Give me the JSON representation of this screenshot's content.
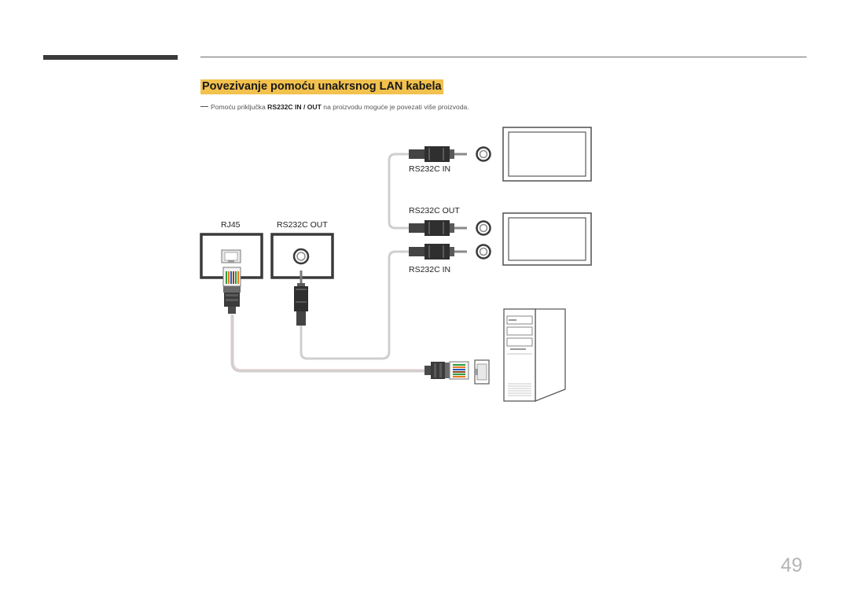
{
  "section": {
    "title": "Povezivanje pomoću unakrsnog LAN kabela"
  },
  "note": {
    "before": "Pomoću priključka ",
    "ports_bold": "RS232C IN / OUT",
    "after": " na proizvodu moguće je povezati više proizvoda."
  },
  "diagram": {
    "labels": {
      "rj45": "RJ45",
      "rs232c_out_product": "RS232C OUT",
      "rs232c_in_top": "RS232C IN",
      "rs232c_out_right": "RS232C OUT",
      "rs232c_in_bottom": "RS232C IN"
    },
    "icons": [
      "monitor-icon",
      "pc-tower-icon",
      "rj45-plug-icon",
      "stereo-plug-icon",
      "rs232c-jack-icon",
      "rj45-port-icon"
    ],
    "wire_colors": {
      "cable": "#c8c8c8",
      "cable_red": "#e7b5b5",
      "rj45_green": "#2e9e3a",
      "rj45_orange": "#e87a1e",
      "rj45_brown": "#8a4a1a",
      "rj45_blue": "#2a5cb8"
    }
  },
  "page": {
    "number": "49"
  }
}
